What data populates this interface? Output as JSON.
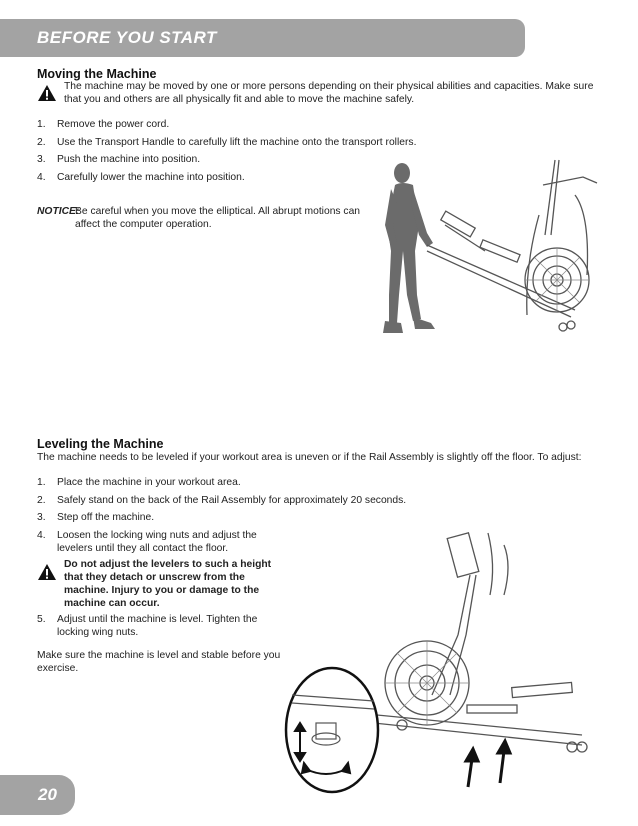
{
  "header": {
    "title": "BEFORE YOU START"
  },
  "moving": {
    "title": "Moving the Machine",
    "warning": "The machine may be moved by one or more persons depending on their physical abilities and capacities. Make sure that you and others are all physically fit and able to move the machine safely.",
    "steps": [
      "Remove the power cord.",
      "Use the Transport Handle to carefully lift the machine onto the transport rollers.",
      "Push the machine into position.",
      "Carefully lower the machine into position."
    ],
    "notice_label": "NOTICE:",
    "notice_text": "Be careful when you move the elliptical. All abrupt motions can affect the computer operation."
  },
  "leveling": {
    "title": "Leveling the Machine",
    "intro": "The machine needs to be leveled if your workout area is uneven or if the Rail Assembly is slightly off the floor. To adjust:",
    "steps": [
      "Place the machine in your workout area.",
      "Safely stand on the back of the Rail Assembly for approximately 20 seconds.",
      "Step off the machine.",
      "Loosen the locking wing nuts and adjust the levelers until they all contact the floor."
    ],
    "warning": "Do not adjust the levelers to such a height that they detach or unscrew from the machine. Injury to you or damage to the machine can occur.",
    "step5": "Adjust until the machine is level. Tighten the locking wing nuts.",
    "closing": "Make sure the machine is level and stable before you exercise."
  },
  "page_number": "20"
}
